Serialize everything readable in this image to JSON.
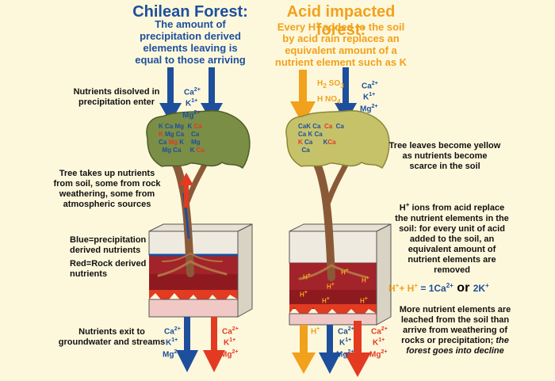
{
  "left": {
    "title": "Chilean Forest:",
    "subtitle": [
      "The amount of",
      "precipitation derived",
      "elements leaving is",
      "equal to those arriving"
    ]
  },
  "right": {
    "title": "Acid impacted forest:",
    "subtitle_pre": "Every H",
    "subtitle_sup": "+",
    "subtitle_post": " added to the soil",
    "subtitle_rest": [
      "by acid rain replaces an",
      "equivalent amount of a",
      "nutrient element such as K"
    ]
  },
  "labels": {
    "nutrients_in": [
      "Nutrients disolved in",
      "precipitation enter"
    ],
    "uptake": [
      "Tree takes up nutrients",
      "from soil, some from rock",
      "weathering, some from",
      "atmospheric sources"
    ],
    "blue_key": [
      "Blue=precipitation",
      "derived nutrients"
    ],
    "red_key": [
      "Red=Rock derived",
      "nutrients"
    ],
    "exit": [
      "Nutrients exit to",
      "groundwater and streams"
    ],
    "yellow_leaves": [
      "Tree leaves become yellow",
      "as nutrients become",
      "scarce in the soil"
    ],
    "h_ions_pre": "H",
    "h_ions_sup": "+",
    "h_ions_post": " ions from acid replace",
    "h_ions_rest": [
      "the nutrient elements in the",
      "soil: for every unit of acid",
      "added to the soil, an",
      "equivalent amount of",
      "nutrient elements are",
      "removed"
    ],
    "leached": [
      "More nutrient elements are",
      "leached from the soil than",
      "arrive from weathering of",
      "rocks or precipitation;"
    ],
    "decline": [
      "the",
      "forest goes into decline"
    ]
  },
  "equation": {
    "h1": "H",
    "plus1": "+",
    "h2": "+ H",
    "plus2": "+",
    "eq": " = 1Ca",
    "ca_sup": "2+",
    "or": " or ",
    "k": "2K",
    "k_sup": "+"
  },
  "ions": {
    "ca": "Ca",
    "ca_charge": "2+",
    "k": "K",
    "k_charge": "1+",
    "mg": "Mg",
    "mg_charge": "2+",
    "h2so3": "H",
    "h2so3_sub": "2",
    "h2so3_rest": " SO",
    "h2so3_sub2": "3",
    "hno4": "H NO",
    "hno4_sub": "4",
    "hplus": "H",
    "hplus_sup": "+",
    "leaf_k": "K",
    "leaf_ca": "Ca",
    "leaf_mg": "Mg",
    "leaf_sup": "+"
  },
  "colors": {
    "blue": "#1d4f9c",
    "red": "#e33a22",
    "orange": "#f2a11d",
    "leaf_green": "#7b8e45",
    "leaf_yellow": "#c6c26a",
    "soil_dark": "#8e1a1f",
    "soil_pink": "#f0c9c6"
  }
}
